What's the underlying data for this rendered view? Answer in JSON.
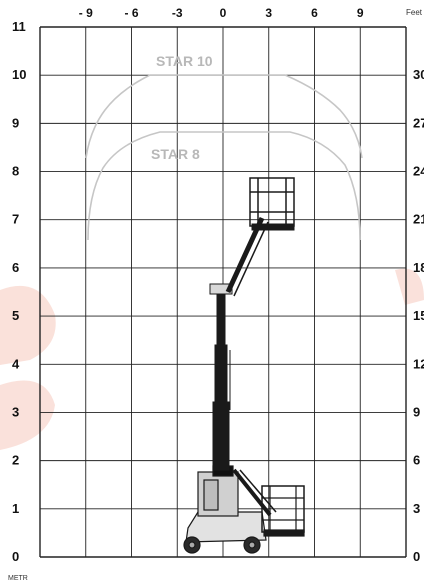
{
  "header_unit": "Feet",
  "footer_unit": "METR",
  "x_tick_labels": [
    "- 9",
    "- 6",
    "-3",
    "0",
    "3",
    "6",
    "9"
  ],
  "y_meter_labels": [
    "11",
    "10",
    "9",
    "8",
    "7",
    "6",
    "5",
    "4",
    "3",
    "2",
    "1",
    "0"
  ],
  "y_feet_labels": [
    "30",
    "27",
    "24",
    "21",
    "18",
    "15",
    "12",
    "9",
    "6",
    "3",
    "0"
  ],
  "envelopes": [
    {
      "name": "STAR 10",
      "max_height_m": 10,
      "color": "#c6c6c6"
    },
    {
      "name": "STAR 8",
      "max_height_m": 8.8,
      "color": "#c6c6c6"
    }
  ],
  "colors": {
    "grid": "#222222",
    "machine": "#1a1a1a",
    "watermark": "#f6c9bd"
  }
}
